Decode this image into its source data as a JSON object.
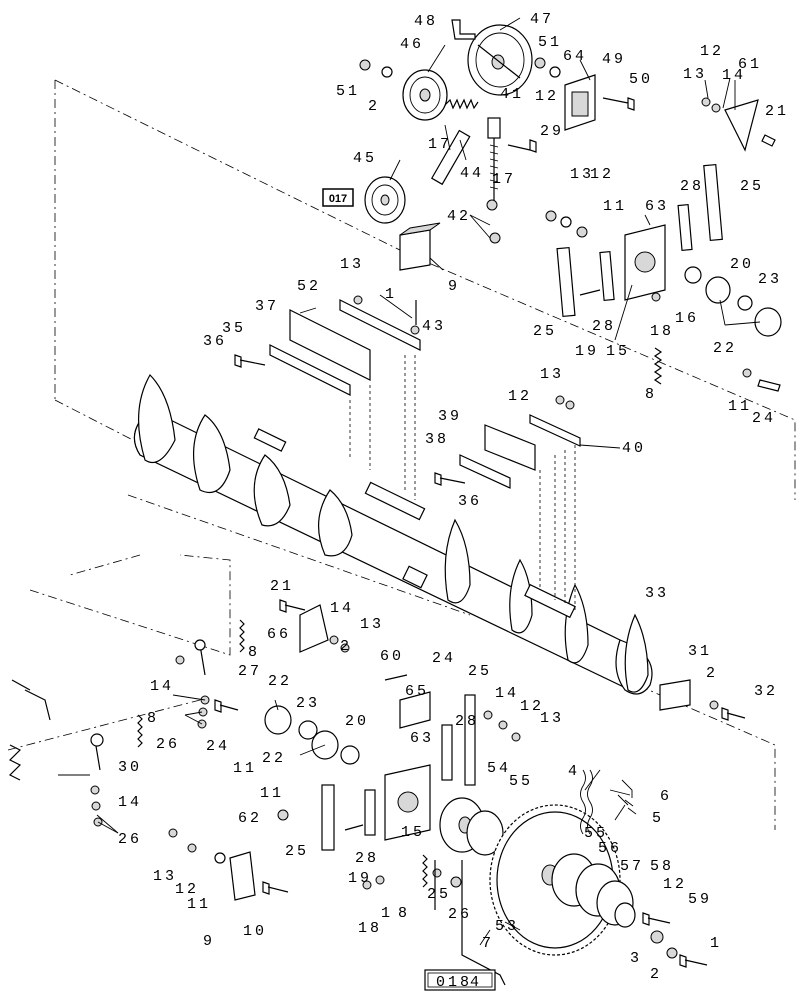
{
  "diagram": {
    "ref_box_top": "017",
    "ref_box_bottom": "018",
    "bottom_ref_suffix": "4",
    "callouts": {
      "c48": "48",
      "c47": "47",
      "c51a": "51",
      "c64": "64",
      "c49": "49",
      "c50": "50",
      "c51b": "51",
      "c2a": "2",
      "c46": "46",
      "c12a": "12",
      "c41": "41",
      "c29": "29",
      "c17a": "17",
      "c44": "44",
      "c45": "45",
      "c17b": "17",
      "c42": "42",
      "c9a": "9",
      "c12b": "12",
      "c13a": "13",
      "c14a": "14",
      "c61": "61",
      "c21a": "21",
      "c13b": "13",
      "c12c": "12",
      "c11a": "11",
      "c63a": "63",
      "c28a": "28",
      "c25a": "25",
      "c20a": "20",
      "c23a": "23",
      "c25b": "25",
      "c28b": "28",
      "c19a": "19",
      "c15a": "15",
      "c18a": "18",
      "c16a": "16",
      "c22a": "22",
      "c8a": "8",
      "c11b": "11",
      "c24a": "24",
      "c13c": "13",
      "c52": "52",
      "c1a": "1",
      "c37": "37",
      "c43": "43",
      "c35": "35",
      "c36a": "36",
      "c13d": "13",
      "c12d": "12",
      "c39": "39",
      "c38": "38",
      "c40": "40",
      "c36b": "36",
      "c33": "33",
      "c21b": "21",
      "c14b": "14",
      "c66": "66",
      "c13e": "13",
      "c2b": "2",
      "c8b": "8",
      "c27": "27",
      "c60": "60",
      "c24b": "24",
      "c25c": "25",
      "c31": "31",
      "c14c": "14",
      "c22b": "22",
      "c23b": "23",
      "c65": "65",
      "c14d": "14",
      "c12e": "12",
      "c2c": "2",
      "c32": "32",
      "c8c": "8",
      "c26a": "26",
      "c24c": "24",
      "c20b": "20",
      "c28c": "28",
      "c13f": "13",
      "c11c": "11",
      "c22c": "22",
      "c63b": "63",
      "c4": "4",
      "c30": "30",
      "c6": "6",
      "c54": "54",
      "c55a": "55",
      "c5": "5",
      "c14e": "14",
      "c11d": "11",
      "c62": "62",
      "c15b": "15",
      "c55b": "55",
      "c56": "56",
      "c26b": "26",
      "c25d": "25",
      "c28d": "28",
      "c19b": "19",
      "c57": "57",
      "c58": "58",
      "c12f": "12",
      "c59": "59",
      "c13g": "13",
      "c12g": "12",
      "c11e": "11",
      "c18b": "18",
      "c1b": "1",
      "c8d": "8",
      "c25e": "25",
      "c26c": "26",
      "c7": "7",
      "c53": "53",
      "c3": "3",
      "c2d": "2",
      "c1c": "1",
      "c9b": "9",
      "c10": "10"
    }
  }
}
